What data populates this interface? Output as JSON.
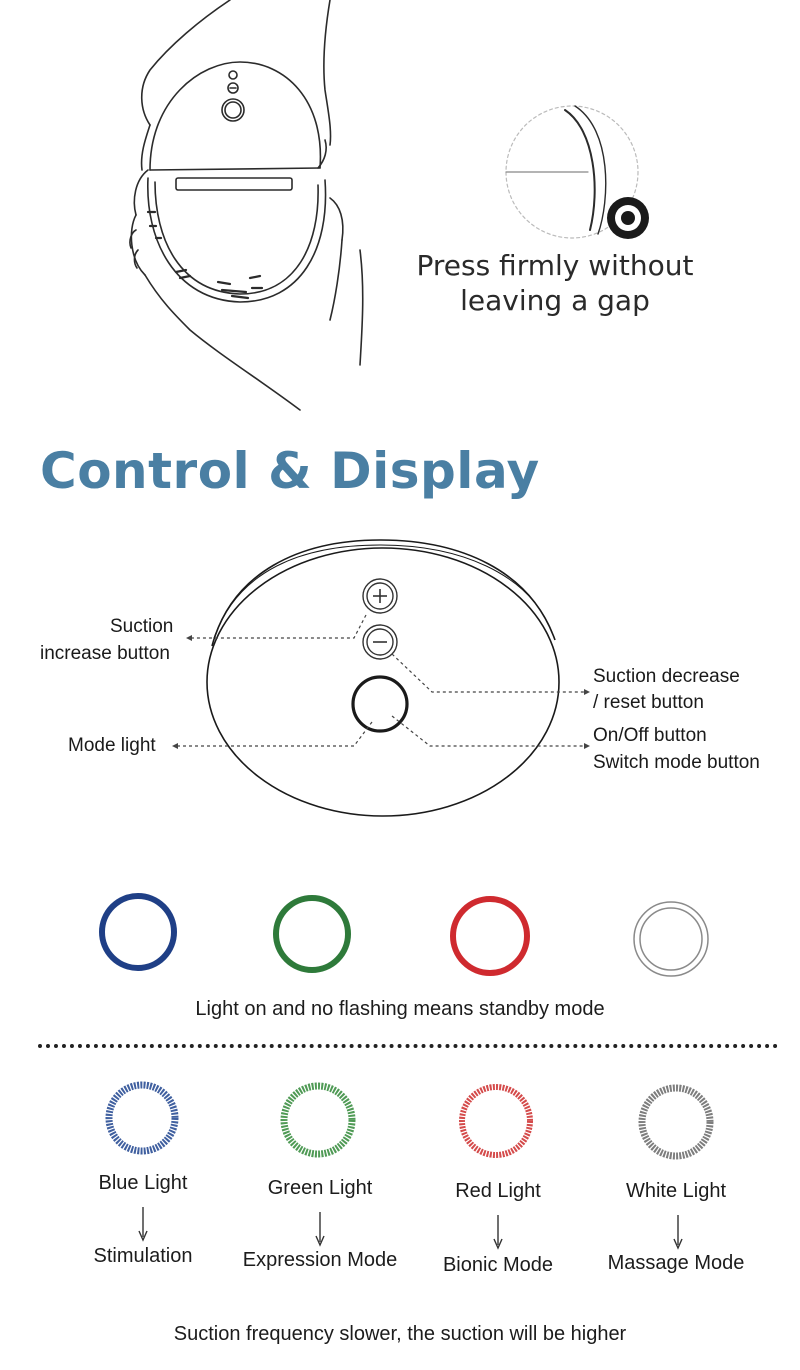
{
  "illustration": {
    "press_line1": "Press firmly without",
    "press_line2": "leaving a gap"
  },
  "section_title": "Control & Display",
  "annotations": {
    "suction_increase_line1": "Suction",
    "suction_increase_line2": "increase button",
    "mode_light": "Mode light",
    "suction_decrease_line1": "Suction decrease",
    "suction_decrease_line2": "/ reset button",
    "onoff_line1": "On/Off button",
    "onoff_line2": "Switch mode button"
  },
  "standby": {
    "text": "Light on and no flashing means standby mode",
    "ring_colors": [
      "#1f3f86",
      "#2e7a3a",
      "#cf2a2f",
      "#9a9a9a"
    ]
  },
  "modes": [
    {
      "light": "Blue Light",
      "mode": "Stimulation",
      "color": "#3f5f9f"
    },
    {
      "light": "Green Light",
      "mode": "Expression Mode",
      "color": "#4f9a55"
    },
    {
      "light": "Red Light",
      "mode": "Bionic Mode",
      "color": "#d44a4a"
    },
    {
      "light": "White Light",
      "mode": "Massage Mode",
      "color": "#7d7d7d"
    }
  ],
  "footer_text": "Suction frequency slower, the suction will be higher"
}
